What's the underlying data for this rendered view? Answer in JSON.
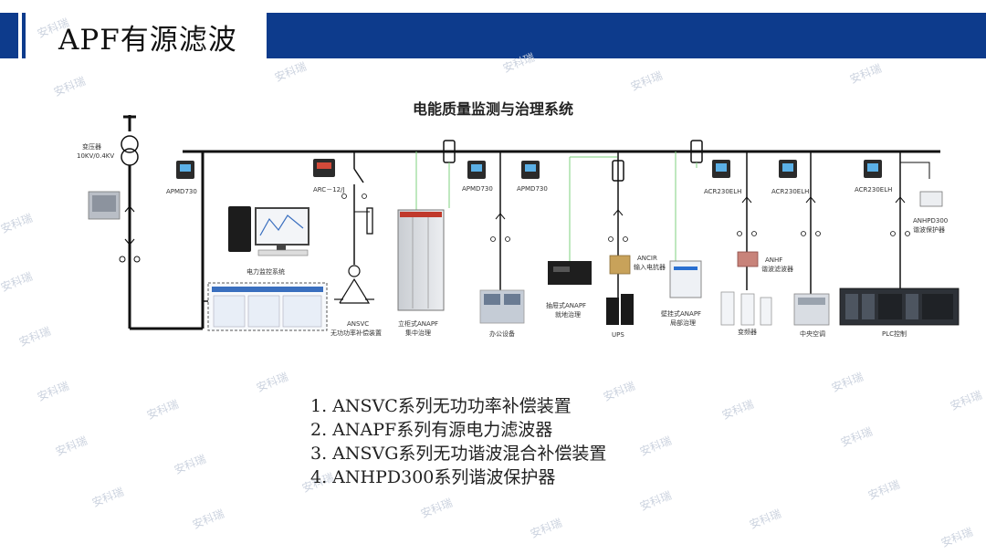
{
  "slide": {
    "title": "APF有源滤波"
  },
  "diagram": {
    "title": "电能质量监测与治理系统",
    "transformer": [
      "变压器",
      "10KV/0.4KV"
    ],
    "labels": {
      "apmd730_1": "APMD730",
      "arc12j": "ARC－12/J",
      "apmd730_2": "APMD730",
      "apmd730_3": "APMD730",
      "acr230_1": "ACR230ELH",
      "acr230_2": "ACR230ELH",
      "acr230_3": "ACR230ELH",
      "anhpd300": "ANHPD300",
      "anhpd300_sub": "谐波保护器",
      "power_monitor": "电力监控系统",
      "ansvc": "ANSVC",
      "ansvc_sub": "无功功率补偿装置",
      "anapf_cab": "立柜式ANAPF",
      "anapf_cab_sub": "集中治理",
      "office": "办公设备",
      "drawer_apf": "抽屉式ANAPF",
      "drawer_apf_sub": "就地治理",
      "ancir": "ANCIR",
      "ancir_sub": "输入电抗器",
      "ups": "UPS",
      "wall_apf": "壁挂式ANAPF",
      "wall_apf_sub": "局部治理",
      "anhf": "ANHF",
      "anhf_sub": "谐波滤波器",
      "vfd": "变频器",
      "hvac": "中央空调",
      "plc": "PLC控制"
    }
  },
  "items": [
    "1. ANSVC系列无功功率补偿装置",
    "2. ANAPF系列有源电力滤波器",
    "3. ANSVG系列无功谐波混合补偿装置",
    "4. ANHPD300系列谐波保护器"
  ],
  "watermark": "安科瑞",
  "colors": {
    "brand": "#0d3b8c",
    "signal": "#7fd07f"
  }
}
